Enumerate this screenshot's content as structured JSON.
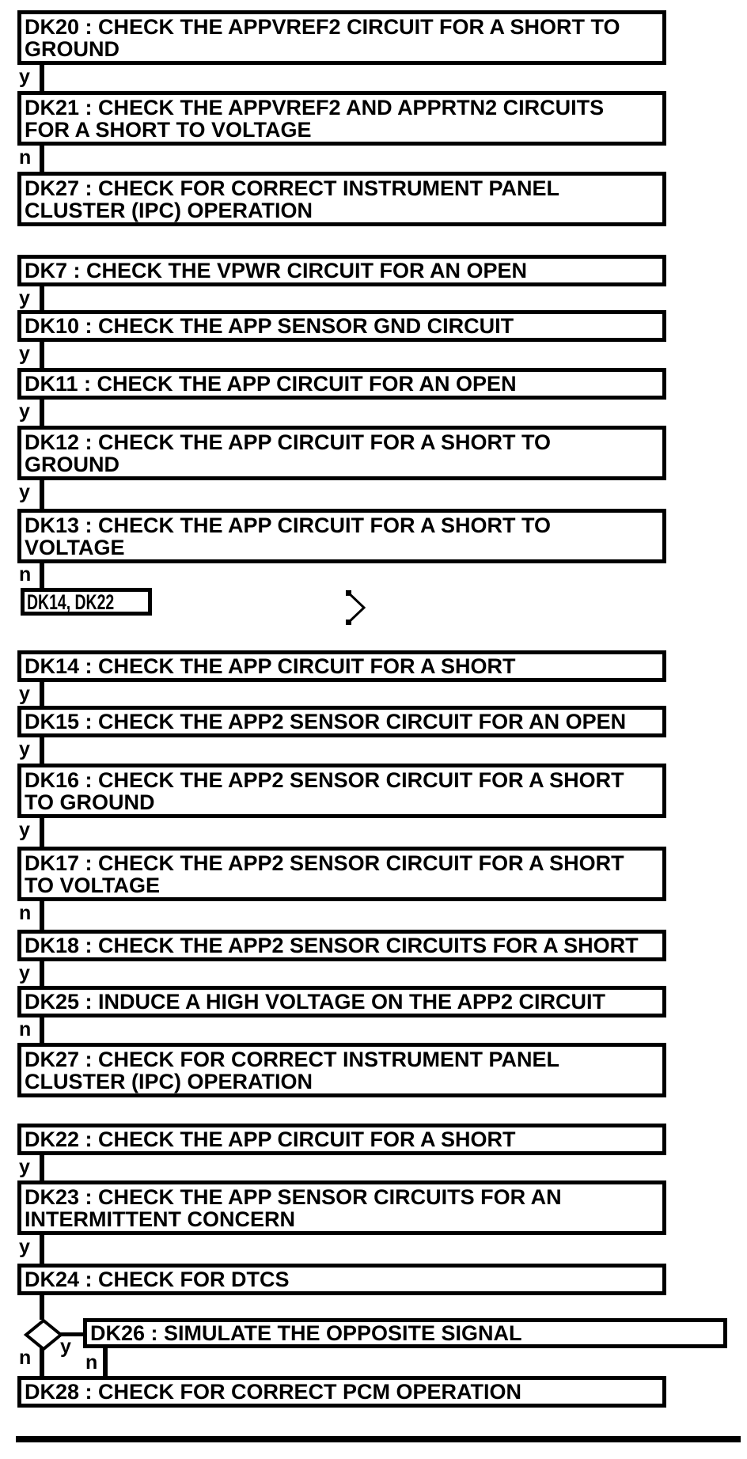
{
  "canvas": {
    "background": "#ffffff",
    "line_color": "#000000"
  },
  "flow": {
    "nodes": [
      {
        "id": "DK20",
        "text": "DK20 : CHECK THE APPVREF2 CIRCUIT FOR A SHORT TO GROUND",
        "branch": "y"
      },
      {
        "id": "DK21",
        "text": "DK21 : CHECK THE APPVREF2 AND APPRTN2 CIRCUITS FOR A SHORT TO VOLTAGE",
        "branch": "n"
      },
      {
        "id": "DK27",
        "text": "DK27 : CHECK FOR CORRECT INSTRUMENT PANEL CLUSTER (IPC) OPERATION",
        "branch": ""
      },
      {
        "id": "DK7",
        "text": "DK7 : CHECK THE VPWR CIRCUIT FOR AN OPEN",
        "branch": "y"
      },
      {
        "id": "DK10",
        "text": "DK10 : CHECK THE APP SENSOR GND CIRCUIT",
        "branch": "y"
      },
      {
        "id": "DK11",
        "text": "DK11 : CHECK THE APP CIRCUIT FOR AN OPEN",
        "branch": "y"
      },
      {
        "id": "DK12",
        "text": "DK12 : CHECK THE APP CIRCUIT FOR A SHORT TO GROUND",
        "branch": "y"
      },
      {
        "id": "DK13",
        "text": "DK13 : CHECK THE APP CIRCUIT FOR A SHORT TO VOLTAGE",
        "branch": "n"
      },
      {
        "id": "DK14-DK22-REF",
        "text": "DK14, DK22",
        "branch": ""
      },
      {
        "id": "DK14",
        "text": "DK14 : CHECK THE APP CIRCUIT FOR A SHORT",
        "branch": "y"
      },
      {
        "id": "DK15",
        "text": "DK15 : CHECK THE APP2 SENSOR CIRCUIT FOR AN OPEN",
        "branch": "y"
      },
      {
        "id": "DK16",
        "text": "DK16 : CHECK THE APP2 SENSOR CIRCUIT FOR A SHORT TO GROUND",
        "branch": "y"
      },
      {
        "id": "DK17",
        "text": "DK17 : CHECK THE APP2 SENSOR CIRCUIT FOR A SHORT TO VOLTAGE",
        "branch": "n"
      },
      {
        "id": "DK18",
        "text": "DK18 : CHECK THE APP2 SENSOR CIRCUITS FOR A SHORT",
        "branch": "y"
      },
      {
        "id": "DK25",
        "text": "DK25 : INDUCE A HIGH VOLTAGE ON THE APP2 CIRCUIT",
        "branch": "n"
      },
      {
        "id": "DK27",
        "text": "DK27 : CHECK FOR CORRECT INSTRUMENT PANEL CLUSTER (IPC) OPERATION",
        "branch": ""
      },
      {
        "id": "DK22",
        "text": "DK22 : CHECK THE APP CIRCUIT FOR A SHORT",
        "branch": "y"
      },
      {
        "id": "DK23",
        "text": "DK23 : CHECK THE APP SENSOR CIRCUITS FOR AN INTERMITTENT CONCERN",
        "branch": "y"
      },
      {
        "id": "DK24",
        "text": "DK24 : CHECK FOR DTCS",
        "branch": ""
      },
      {
        "id": "DK26",
        "text": "DK26 : SIMULATE THE OPPOSITE SIGNAL",
        "branch": "n"
      },
      {
        "id": "DK28",
        "text": "DK28 : CHECK FOR CORRECT PCM OPERATION",
        "branch": ""
      }
    ],
    "decision": {
      "yes": "y",
      "no": "n"
    }
  },
  "icons": {
    "continuation": "chevron-right-icon"
  }
}
